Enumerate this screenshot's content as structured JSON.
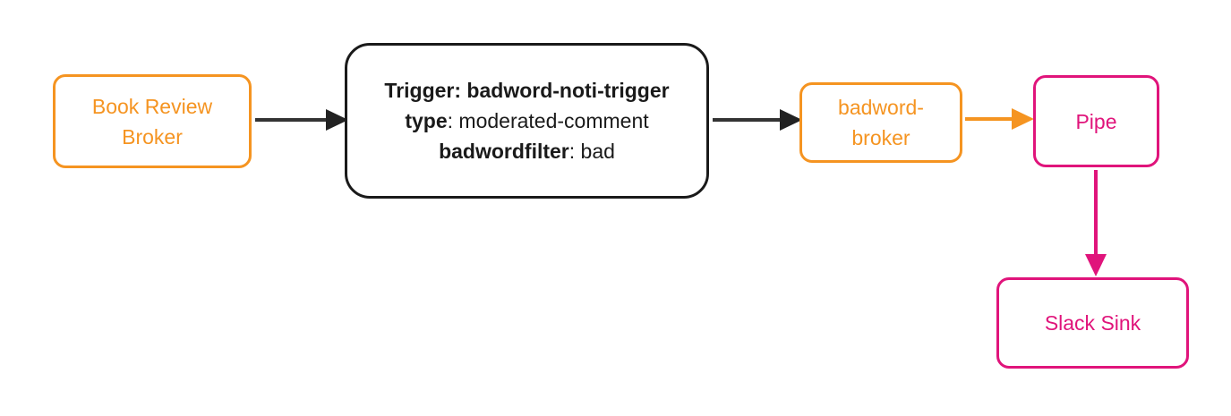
{
  "diagram": {
    "colors": {
      "orange": "#F59421",
      "pink": "#E0147B",
      "black": "#1A1A1A",
      "edge_gray": "#333333",
      "background": "#FFFFFF"
    },
    "nodes": {
      "book_review_broker": {
        "lines": [
          "Book Review",
          "Broker"
        ]
      },
      "trigger_props": {
        "lines": [
          {
            "bold": "Trigger: badword-noti-trigger",
            "rest": ""
          },
          {
            "bold": "type",
            "rest": ": moderated-comment"
          },
          {
            "bold": "badwordfilter",
            "rest": ": bad"
          }
        ]
      },
      "badword_broker": {
        "lines": [
          "badword-",
          "broker"
        ]
      },
      "pipe": {
        "label": "Pipe"
      },
      "slack_sink": {
        "label": "Slack Sink"
      }
    },
    "edges": [
      {
        "from": "Book Review Broker",
        "to": "Trigger",
        "color": "black",
        "direction": "right"
      },
      {
        "from": "Trigger",
        "to": "badword-broker",
        "color": "black",
        "direction": "right"
      },
      {
        "from": "badword-broker",
        "to": "Pipe",
        "color": "orange",
        "direction": "right"
      },
      {
        "from": "Pipe",
        "to": "Slack Sink",
        "color": "pink",
        "direction": "down"
      }
    ]
  }
}
